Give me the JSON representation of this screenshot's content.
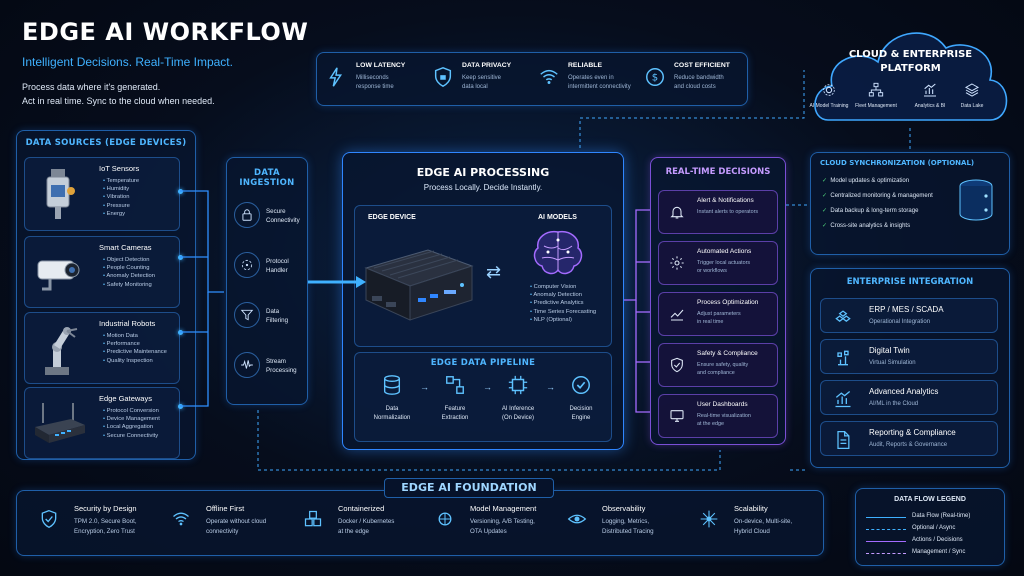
{
  "header": {
    "title": "EDGE AI WORKFLOW",
    "subtitle": "Intelligent Decisions. Real-Time Impact.",
    "desc1": "Process data where it's generated.",
    "desc2": "Act in real time. Sync to the cloud when needed."
  },
  "benefits": [
    {
      "icon": "lightning-icon",
      "title": "LOW LATENCY",
      "desc1": "Milliseconds",
      "desc2": "response time"
    },
    {
      "icon": "shield-lock-icon",
      "title": "DATA PRIVACY",
      "desc1": "Keep sensitive",
      "desc2": "data local"
    },
    {
      "icon": "wifi-icon",
      "title": "RELIABLE",
      "desc1": "Operates even in",
      "desc2": "intermittent connectivity"
    },
    {
      "icon": "dollar-icon",
      "title": "COST EFFICIENT",
      "desc1": "Reduce bandwidth",
      "desc2": "and cloud costs"
    }
  ],
  "cloud": {
    "title1": "CLOUD & ENTERPRISE",
    "title2": "PLATFORM",
    "items": [
      "AI Model Training",
      "Fleet Management",
      "Analytics & BI",
      "Data Lake"
    ]
  },
  "sources": {
    "title": "DATA SOURCES (EDGE DEVICES)",
    "items": [
      {
        "name": "IoT Sensors",
        "bullets": [
          "Temperature",
          "Humidity",
          "Vibration",
          "Pressure",
          "Energy"
        ]
      },
      {
        "name": "Smart Cameras",
        "bullets": [
          "Object Detection",
          "People Counting",
          "Anomaly Detection",
          "Safety Monitoring"
        ]
      },
      {
        "name": "Industrial Robots",
        "bullets": [
          "Motion Data",
          "Performance",
          "Predictive Maintenance",
          "Quality Inspection"
        ]
      },
      {
        "name": "Edge Gateways",
        "bullets": [
          "Protocol Conversion",
          "Device Management",
          "Local Aggregation",
          "Secure Connectivity"
        ]
      }
    ]
  },
  "ingestion": {
    "title": "DATA INGESTION",
    "items": [
      {
        "l1": "Secure",
        "l2": "Connectivity"
      },
      {
        "l1": "Protocol",
        "l2": "Handler"
      },
      {
        "l1": "Data",
        "l2": "Filtering"
      },
      {
        "l1": "Stream",
        "l2": "Processing"
      }
    ]
  },
  "processing": {
    "title": "EDGE AI PROCESSING",
    "subtitle": "Process Locally. Decide Instantly.",
    "device_label": "EDGE DEVICE",
    "models_label": "AI MODELS",
    "models": [
      "Computer Vision",
      "Anomaly Detection",
      "Predictive Analytics",
      "Time Series Forecasting",
      "NLP (Optional)"
    ],
    "pipeline_title": "EDGE DATA PIPELINE",
    "pipeline": [
      {
        "l1": "Data",
        "l2": "Normalization"
      },
      {
        "l1": "Feature",
        "l2": "Extraction"
      },
      {
        "l1": "AI Inference",
        "l2": "(On Device)"
      },
      {
        "l1": "Decision",
        "l2": "Engine"
      }
    ]
  },
  "decisions": {
    "title": "REAL-TIME DECISIONS",
    "items": [
      {
        "name": "Alert & Notifications",
        "d1": "Instant alerts to operators",
        "d2": ""
      },
      {
        "name": "Automated Actions",
        "d1": "Trigger local actuators",
        "d2": "or workflows"
      },
      {
        "name": "Process Optimization",
        "d1": "Adjust parameters",
        "d2": "in real time"
      },
      {
        "name": "Safety & Compliance",
        "d1": "Ensure safety, quality",
        "d2": "and compliance"
      },
      {
        "name": "User Dashboards",
        "d1": "Real-time visualization",
        "d2": "at the edge"
      }
    ]
  },
  "sync": {
    "title": "CLOUD SYNCHRONIZATION (OPTIONAL)",
    "items": [
      "Model updates & optimization",
      "Centralized monitoring & management",
      "Data backup & long-term storage",
      "Cross-site analytics & insights"
    ]
  },
  "enterprise": {
    "title": "ENTERPRISE INTEGRATION",
    "items": [
      {
        "name": "ERP / MES / SCADA",
        "desc": "Operational Integration"
      },
      {
        "name": "Digital Twin",
        "desc": "Virtual Simulation"
      },
      {
        "name": "Advanced Analytics",
        "desc": "AI/ML in the Cloud"
      },
      {
        "name": "Reporting & Compliance",
        "desc": "Audit, Reports & Governance"
      }
    ]
  },
  "foundation": {
    "title": "EDGE AI FOUNDATION",
    "items": [
      {
        "name": "Security by Design",
        "d1": "TPM 2.0, Secure Boot,",
        "d2": "Encryption, Zero Trust"
      },
      {
        "name": "Offline First",
        "d1": "Operate without cloud",
        "d2": "connectivity"
      },
      {
        "name": "Containerized",
        "d1": "Docker / Kubernetes",
        "d2": "at the edge"
      },
      {
        "name": "Model Management",
        "d1": "Versioning, A/B Testing,",
        "d2": "OTA Updates"
      },
      {
        "name": "Observability",
        "d1": "Logging, Metrics,",
        "d2": "Distributed Tracing"
      },
      {
        "name": "Scalability",
        "d1": "On-device, Multi-site,",
        "d2": "Hybrid Cloud"
      }
    ]
  },
  "legend": {
    "title": "DATA FLOW LEGEND",
    "items": [
      "Data Flow (Real-time)",
      "Optional / Async",
      "Actions / Decisions",
      "Management / Sync"
    ]
  },
  "colors": {
    "accent": "#3fb1ff",
    "purple": "#a46bff",
    "bg": "#050b18"
  }
}
